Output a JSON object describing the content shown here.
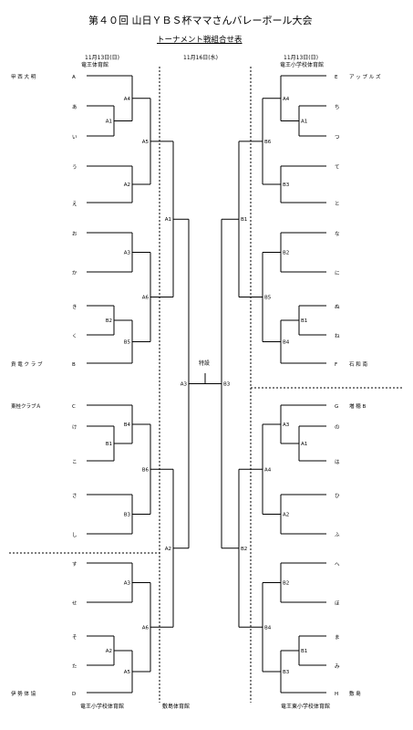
{
  "title": "第４０回 山日ＹＢＳ杯ママさんバレーボール大会",
  "subtitle": "トーナメント戦組合せ表",
  "headers": {
    "left_date": "11月13日(日)",
    "left_venue": "竜王体育館",
    "center_date": "11月16日(水)",
    "right_date": "11月13日(日)",
    "right_venue": "竜王小学校体育館"
  },
  "footers": {
    "left": "竜王小学校体育館",
    "center": "敷島体育館",
    "right": "竜王東小学校体育館"
  },
  "special_label": "特設",
  "left_entries": [
    {
      "name": "甲 西 大 明",
      "slot": "A"
    },
    {
      "name": "",
      "slot": "あ"
    },
    {
      "name": "",
      "slot": "い"
    },
    {
      "name": "",
      "slot": "う"
    },
    {
      "name": "",
      "slot": "え"
    },
    {
      "name": "",
      "slot": "お"
    },
    {
      "name": "",
      "slot": "か"
    },
    {
      "name": "",
      "slot": "き"
    },
    {
      "name": "",
      "slot": "く"
    },
    {
      "name": "貢 竜 ク ラ ブ",
      "slot": "B"
    },
    {
      "name": "東桂クラブＡ",
      "slot": "C"
    },
    {
      "name": "",
      "slot": "け"
    },
    {
      "name": "",
      "slot": "こ"
    },
    {
      "name": "",
      "slot": "さ"
    },
    {
      "name": "",
      "slot": "し"
    },
    {
      "name": "",
      "slot": "す"
    },
    {
      "name": "",
      "slot": "せ"
    },
    {
      "name": "",
      "slot": "そ"
    },
    {
      "name": "",
      "slot": "た"
    },
    {
      "name": "伊 勢 体 協",
      "slot": "D"
    }
  ],
  "right_entries": [
    {
      "slot": "E",
      "name": "ア ッ プ ル ズ"
    },
    {
      "slot": "ち",
      "name": ""
    },
    {
      "slot": "つ",
      "name": ""
    },
    {
      "slot": "て",
      "name": ""
    },
    {
      "slot": "と",
      "name": ""
    },
    {
      "slot": "な",
      "name": ""
    },
    {
      "slot": "に",
      "name": ""
    },
    {
      "slot": "ぬ",
      "name": ""
    },
    {
      "slot": "ね",
      "name": ""
    },
    {
      "slot": "F",
      "name": "石 和 南"
    },
    {
      "slot": "G",
      "name": "増 穂 B"
    },
    {
      "slot": "の",
      "name": ""
    },
    {
      "slot": "は",
      "name": ""
    },
    {
      "slot": "ひ",
      "name": ""
    },
    {
      "slot": "ふ",
      "name": ""
    },
    {
      "slot": "へ",
      "name": ""
    },
    {
      "slot": "ほ",
      "name": ""
    },
    {
      "slot": "ま",
      "name": ""
    },
    {
      "slot": "み",
      "name": ""
    },
    {
      "slot": "H",
      "name": "敷 島"
    }
  ],
  "match_labels": {
    "left_r1": [
      "A1",
      "B2",
      "B1",
      "A2"
    ],
    "left_r2": [
      "A4",
      "A2",
      "A3",
      "B5",
      "B4",
      "B3",
      "A3",
      "A5"
    ],
    "left_r3": [
      "A5",
      "A6",
      "B6",
      "A6"
    ],
    "left_r4": [
      "A1",
      "A2"
    ],
    "left_semi": "A3",
    "right_r1": [
      "A1",
      "B1",
      "A1",
      "B1"
    ],
    "right_r2": [
      "A4",
      "B3",
      "B2",
      "B4",
      "A3",
      "A2",
      "B2",
      "B3"
    ],
    "right_r3": [
      "B6",
      "B5",
      "A4",
      "B4"
    ],
    "right_r4": [
      "B1",
      "B2"
    ],
    "right_semi": "B3"
  }
}
